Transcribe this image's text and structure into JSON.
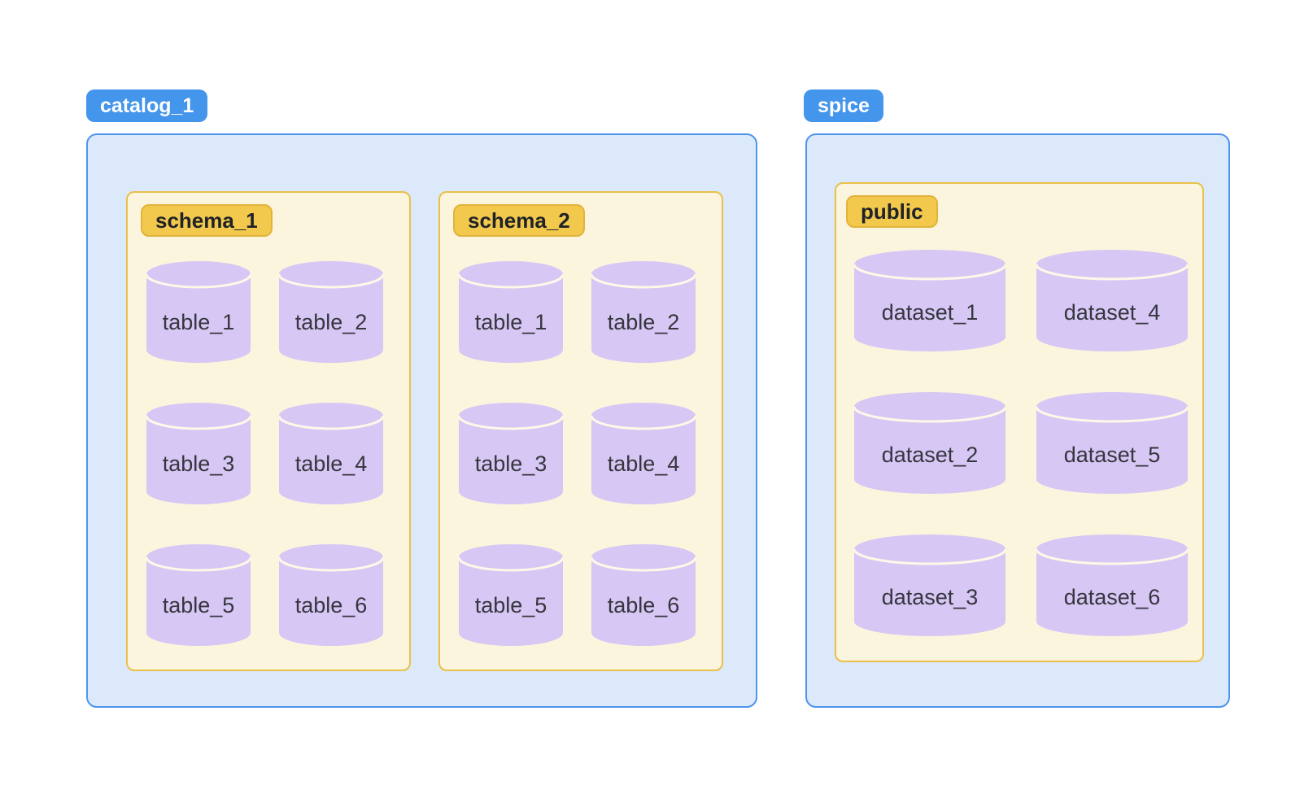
{
  "colors": {
    "page_bg": "#FFFFFF",
    "blue_badge_bg": "#4495EC",
    "blue_badge_text": "#FFFFFF",
    "blue_box_bg": "#DCE9FA",
    "blue_box_border": "#4D95ED",
    "cream_box_bg": "#FCF5DE",
    "cream_box_border": "#E9C04A",
    "gold_badge_bg": "#F2C94C",
    "gold_badge_border": "#E2B33C",
    "gold_badge_text": "#1F2227",
    "cylinder_fill": "#D7C7F4",
    "cylinder_arc": "#FDF8E8",
    "cylinder_text": "#35363E"
  },
  "catalogs": [
    {
      "label": "catalog_1",
      "schemas": [
        {
          "label": "schema_1",
          "tables": [
            {
              "label": "table_1"
            },
            {
              "label": "table_2"
            },
            {
              "label": "table_3"
            },
            {
              "label": "table_4"
            },
            {
              "label": "table_5"
            },
            {
              "label": "table_6"
            }
          ]
        },
        {
          "label": "schema_2",
          "tables": [
            {
              "label": "table_1"
            },
            {
              "label": "table_2"
            },
            {
              "label": "table_3"
            },
            {
              "label": "table_4"
            },
            {
              "label": "table_5"
            },
            {
              "label": "table_6"
            }
          ]
        }
      ]
    },
    {
      "label": "spice",
      "schemas": [
        {
          "label": "public",
          "tables": [
            {
              "label": "dataset_1"
            },
            {
              "label": "dataset_4"
            },
            {
              "label": "dataset_2"
            },
            {
              "label": "dataset_5"
            },
            {
              "label": "dataset_3"
            },
            {
              "label": "dataset_6"
            }
          ]
        }
      ]
    }
  ]
}
